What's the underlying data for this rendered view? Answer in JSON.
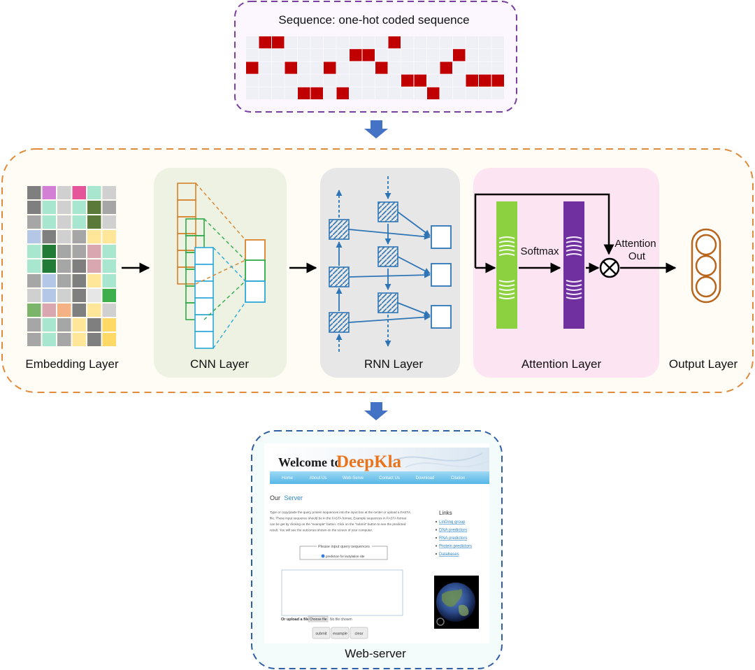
{
  "sequence": {
    "title": "Sequence: one-hot coded sequence"
  },
  "layers": {
    "embedding": "Embedding Layer",
    "cnn": "CNN Layer",
    "rnn": "RNN Layer",
    "attention": "Attention Layer",
    "output": "Output Layer"
  },
  "attention": {
    "softmax": "Softmax",
    "out_line1": "Attention",
    "out_line2": "Out"
  },
  "webserver": {
    "caption": "Web-server",
    "welcome": "Welcome to",
    "brand": "DeepKla",
    "nav": [
      "Home",
      "About Us",
      "Web-Serve",
      "Contact Us",
      "Download",
      "Citation"
    ],
    "heading_our": "Our",
    "heading_server": "Server",
    "intro": [
      "Type or copy/paste the query protein sequences into the input box at the center or upload a FASTA",
      "file. These input sequence should be in the FASTA format. Example sequences in FASTA format",
      "can be get by clicking on the \"example\" button. Click on the \"submit\" button to see the predicted",
      "result. You will see the outcomes shown on the screen of your computer."
    ],
    "fieldset_legend": "Please input query sequences",
    "radio_label": "prediction for lactylation site",
    "upload_label": "Or upload a file:",
    "choose_file": "Choose file",
    "no_file": "No file chosen",
    "buttons": [
      "submit",
      "example",
      "clear"
    ],
    "links_title": "Links",
    "links": [
      "LinDing group",
      "DNA predictors",
      "RNA predictors",
      "Protein predictors",
      "Databases"
    ]
  },
  "colors": {
    "arrow_blue": "#4472c4",
    "onehot_red": "#c00000",
    "cnn_orange": "#d9822b",
    "cnn_green": "#2eaa48",
    "cnn_blue": "#2aa8d8",
    "rnn_blue": "#2e75b6",
    "attn_green": "#8bd140",
    "attn_purple": "#7030a0",
    "output_brown": "#b8651c"
  }
}
